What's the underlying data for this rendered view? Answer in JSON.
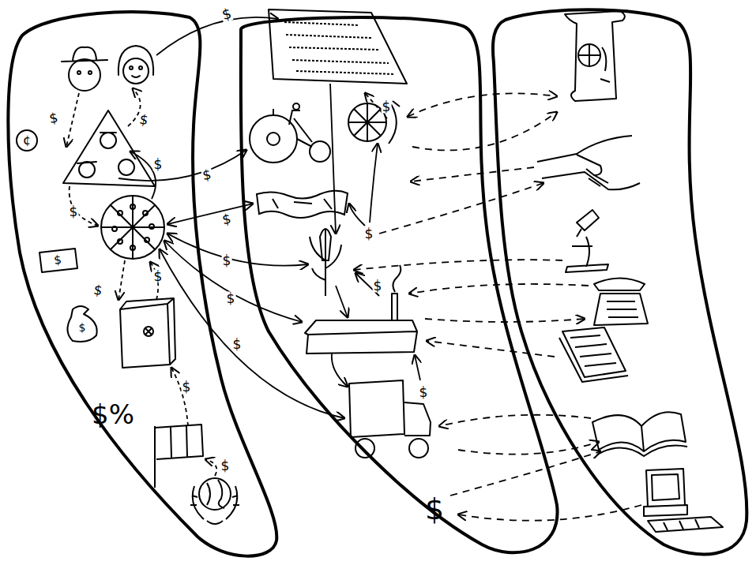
{
  "diagram": {
    "labels": [
      "$",
      "¢",
      "$",
      "$",
      "$",
      "$",
      "$",
      "$",
      "$",
      "$",
      "$",
      "$",
      "$",
      "$",
      "$",
      "$%",
      "$",
      "$",
      "$",
      "$",
      "$",
      "$",
      "$"
    ]
  }
}
